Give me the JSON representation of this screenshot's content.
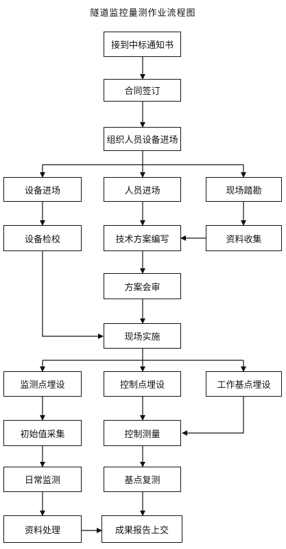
{
  "title": "隧道监控量测作业流程图",
  "nodes": {
    "notice": "接到中标通知书",
    "contract": "合同签订",
    "mobilize": "组织人员设备进场",
    "equip_in": "设备进场",
    "staff_in": "人员进场",
    "survey": "现场踏勘",
    "calibrate": "设备检校",
    "plan_write": "技术方案编写",
    "data_collect": "资料收集",
    "plan_review": "方案会审",
    "implement": "现场实施",
    "monitor_bury": "监测点埋设",
    "control_bury": "控制点埋设",
    "base_bury": "工作基点埋设",
    "initial": "初始值采集",
    "control_measure": "控制测量",
    "daily": "日常监测",
    "base_recheck": "基点复测",
    "processing": "资料处理",
    "report": "成果报告上交"
  }
}
